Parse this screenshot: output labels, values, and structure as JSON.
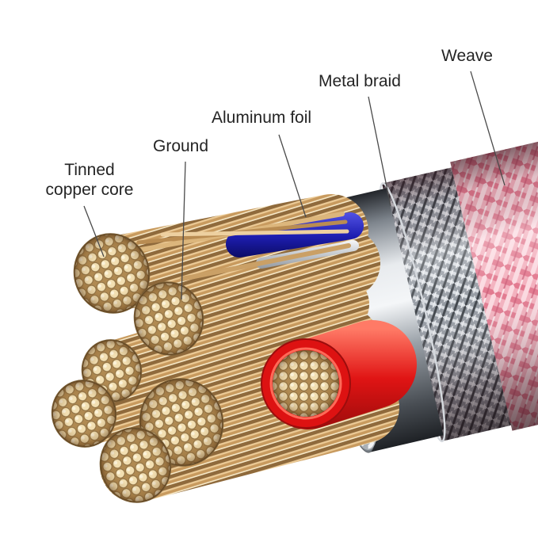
{
  "labels": {
    "weave": "Weave",
    "metal_braid": "Metal braid",
    "aluminum_foil": "Aluminum foil",
    "ground": "Ground",
    "tinned_copper_core": "Tinned\ncopper core"
  },
  "colors": {
    "label_text": "#242424",
    "leader_line": "#4a4a4a",
    "copper": "#c89a5e",
    "copper_light": "#f2dfb2",
    "red_wire": "#dd1212",
    "blue_wire": "#1f1fb8",
    "weave_pink": "#f3b1be",
    "braid_gray": "#959ba3",
    "foil_silver": "#eceef0"
  }
}
